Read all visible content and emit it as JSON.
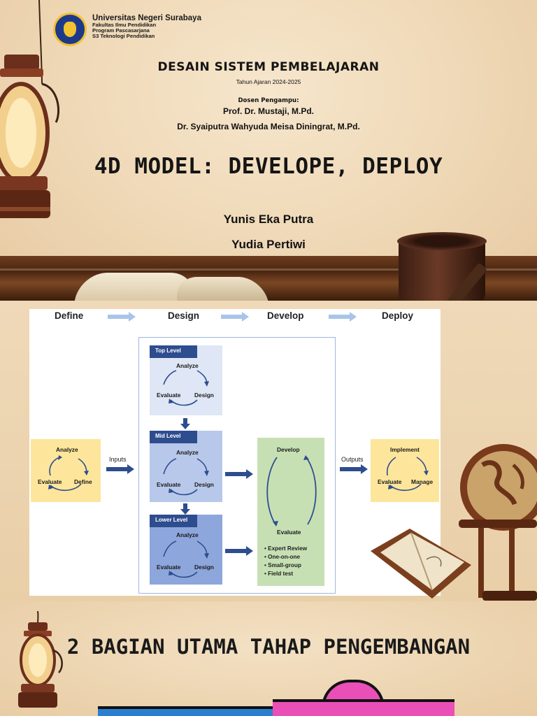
{
  "cover": {
    "university": "Universitas Negeri Surabaya",
    "faculty": "Fakultas Ilmu Pendidikan",
    "program": "Program Pascasarjana",
    "study": "S3 Teknologi Pendidikan",
    "course": "DESAIN SISTEM PEMBELAJARAN",
    "year": "Tahun Ajaran 2024-2025",
    "lecturer_heading": "Dosen Pengampu:",
    "lecturer1": "Prof. Dr. Mustaji, M.Pd.",
    "lecturer2": "Dr. Syaiputra Wahyuda Meisa Diningrat, M.Pd.",
    "title": "4D MODEL: DEVELOPE, DEPLOY",
    "author1": "Yunis Eka Putra",
    "author2": "Yudia Pertiwi"
  },
  "diagram": {
    "phases": [
      "Define",
      "Design",
      "Develop",
      "Deploy"
    ],
    "define_box": [
      "Analyze",
      "Evaluate",
      "Define"
    ],
    "inputs_label": "Inputs",
    "outputs_label": "Outputs",
    "levels": [
      {
        "title": "Top Level",
        "items": [
          "Analyze",
          "Evaluate",
          "Design"
        ]
      },
      {
        "title": "Mid Level",
        "items": [
          "Analyze",
          "Evaluate",
          "Design"
        ]
      },
      {
        "title": "Lower Level",
        "items": [
          "Analyze",
          "Evaluate",
          "Design"
        ]
      }
    ],
    "develop_box": {
      "top": "Develop",
      "bottom": "Evaluate",
      "bullets": [
        "Expert Review",
        "One-on-one",
        "Small-group",
        "Field test"
      ]
    },
    "deploy_box": [
      "Implement",
      "Evaluate",
      "Manage"
    ],
    "colors": {
      "yellow": "#fde69b",
      "level_top": "#dfe6f5",
      "level_mid": "#b8c8ea",
      "level_low": "#8da6dc",
      "develop_green": "#c6e0b4",
      "arrow_blue": "#2e4d8f"
    }
  },
  "section": {
    "title": "2 BAGIAN UTAMA TAHAP PENGEMBANGAN"
  }
}
